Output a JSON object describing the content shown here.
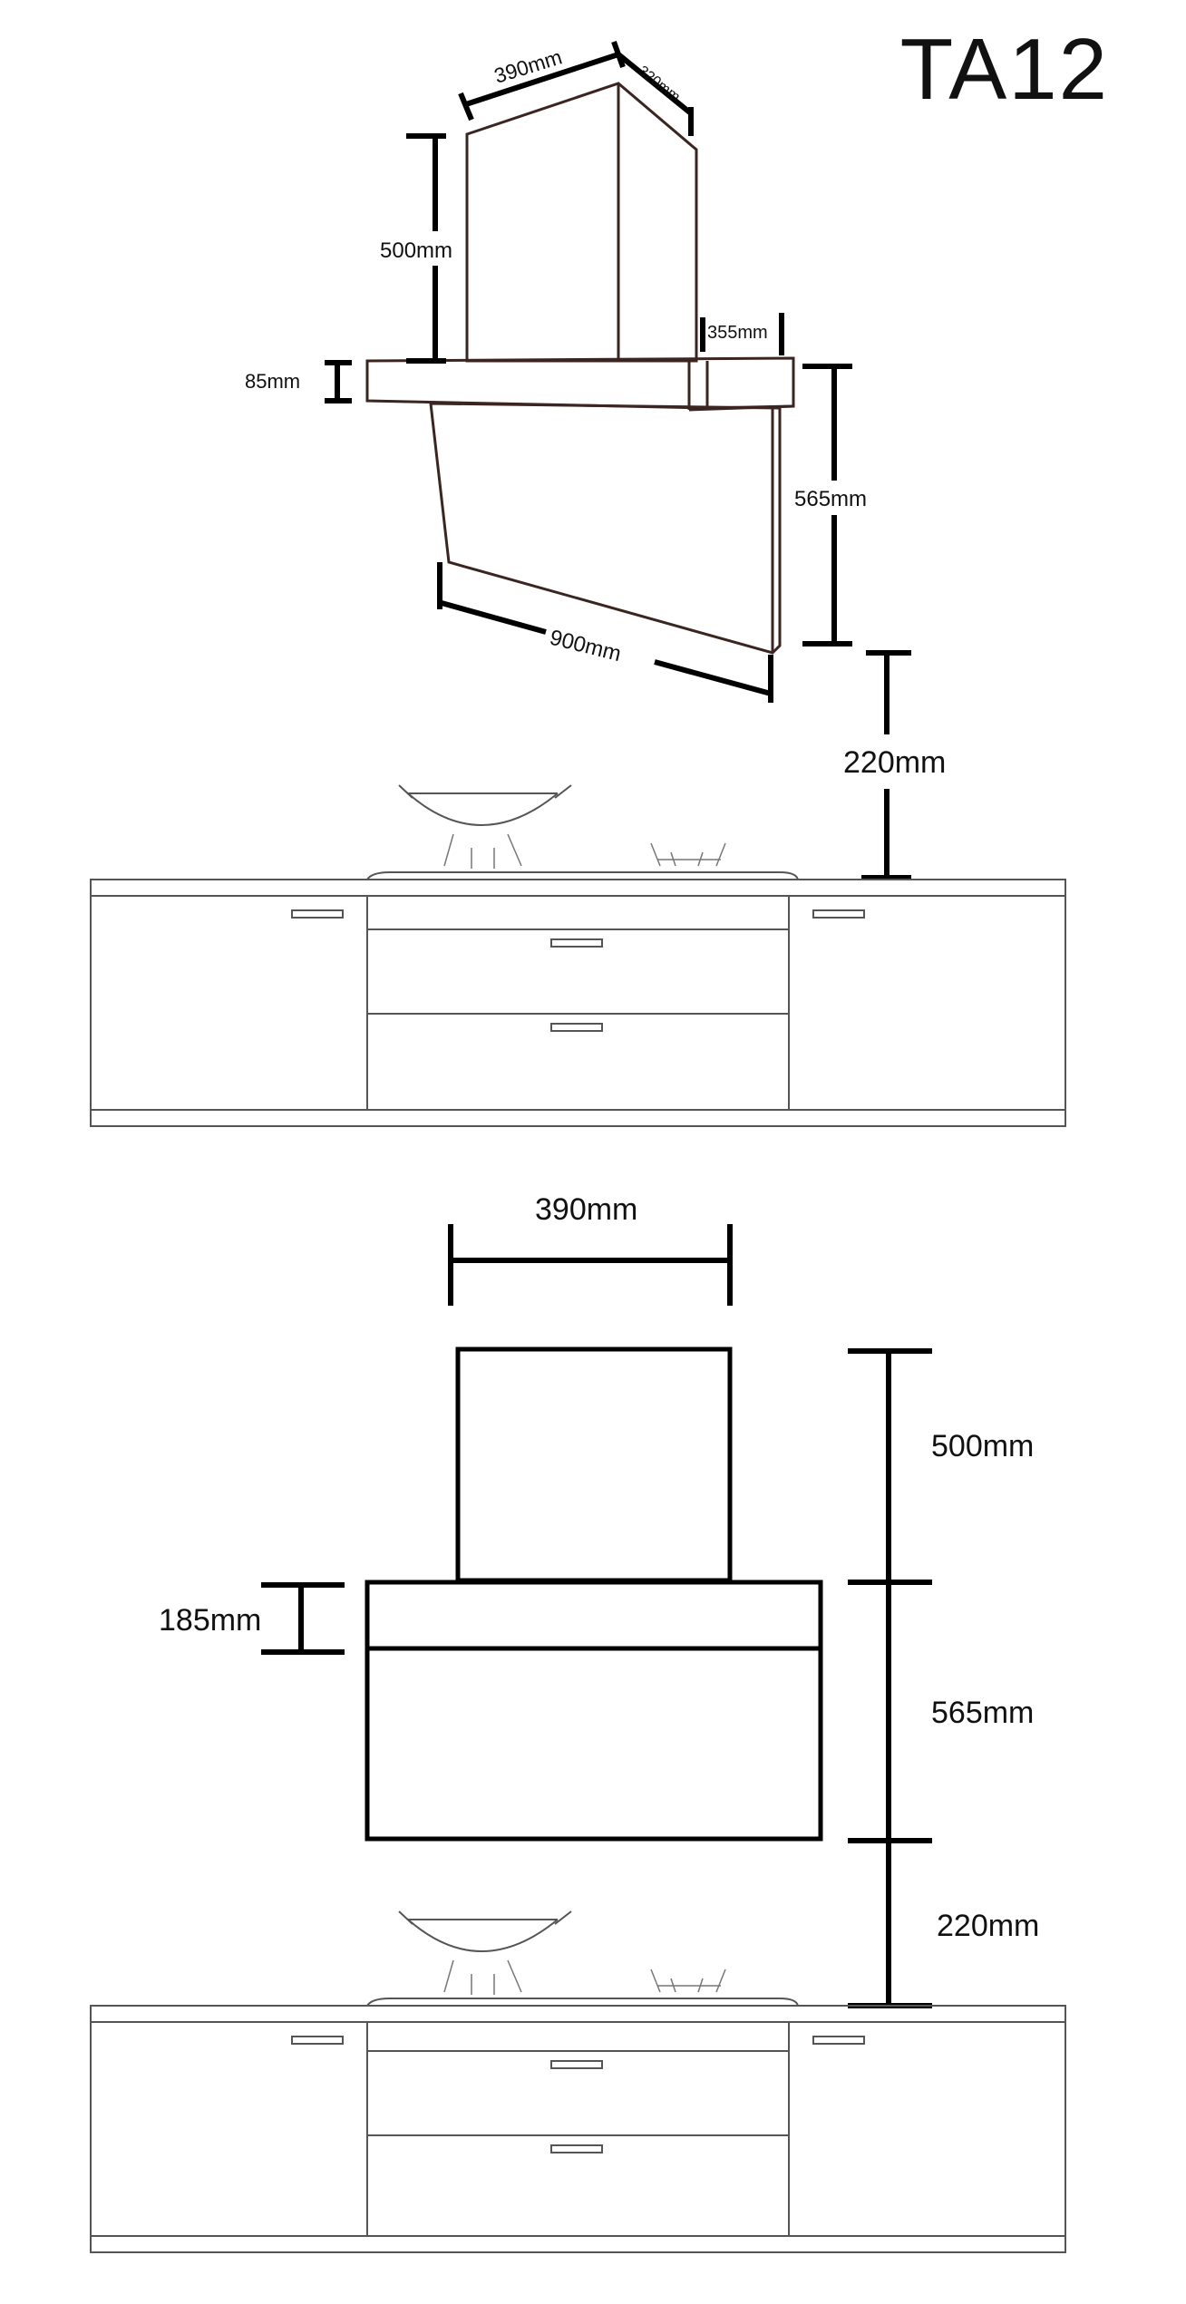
{
  "title": "TA12",
  "view1": {
    "width_top": "390mm",
    "depth_top": "320mm",
    "chimney_height": "500mm",
    "canopy_depth": "355mm",
    "canopy_thickness": "85mm",
    "panel_height": "565mm",
    "panel_width": "900mm",
    "clearance": "220mm"
  },
  "view2": {
    "chimney_width": "390mm",
    "chimney_height": "500mm",
    "band_height": "185mm",
    "body_height": "565mm",
    "clearance": "220mm"
  }
}
